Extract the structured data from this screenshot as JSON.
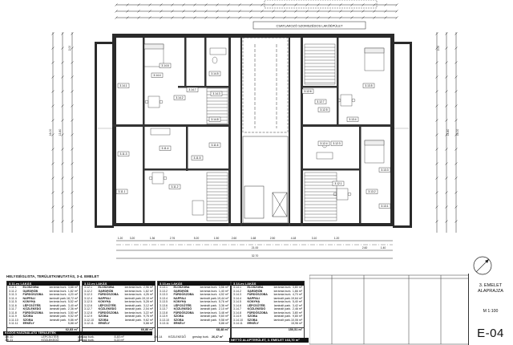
{
  "plan": {
    "banner": "CSATLAKOZÓ SZOMSZÉDOS LAKÓÉPÜLET",
    "room_tags": [
      "3.14.6",
      "3.14.5",
      "3.14.7",
      "3.14.4",
      "3.14.3",
      "3.14.8",
      "3.14.1",
      "3.14.2",
      "3.11.3",
      "3.11.4",
      "3.11.5",
      "3.11.6",
      "3.11.2",
      "3.11.1",
      "3.12.6",
      "3.12.7",
      "3.12.5",
      "3.12.3",
      "3.12.4",
      "3.12.1",
      "3.13.5",
      "3.13.4",
      "3.13.3",
      "3.13.2",
      "3.13.1"
    ],
    "dims_bottom": [
      "1.20",
      "3.20",
      "1.36",
      "2.76",
      "5.20",
      "1.50",
      "2.60",
      "1.68",
      "2.50",
      "4.18",
      "3.10",
      "1.20",
      "21.00",
      "32.70",
      "2.60",
      "1.40"
    ],
    "dims_side_left": [
      "16.00",
      "13.40",
      "2.00"
    ],
    "dims_side_right": [
      "16.00",
      "13.40",
      "2.00"
    ]
  },
  "tables": {
    "heading": "HELYISÉGLISTA, TERÜLETKIMUTATÁS, 3-4. EMELET",
    "apartments": [
      {
        "title": "3.11-es LAKÁS",
        "rows": [
          [
            "3.11.1",
            "ELŐSZOBA",
            "kerámia burk.",
            "3,88 m²"
          ],
          [
            "3.11.2",
            "GARDRÓB",
            "kerámia burk.",
            "1,82 m²"
          ],
          [
            "3.11.3",
            "FÜRDŐSZOBA",
            "kerámia burk.",
            "4,20 m²"
          ],
          [
            "3.11.4",
            "NAPPALI",
            "laminált park.",
            "18,72 m²"
          ],
          [
            "3.11.5",
            "KONYHA",
            "kerámia burk.",
            "5,52 m²"
          ],
          [
            "3.11.6",
            "LÉPCSŐTÉR",
            "laminált park.",
            "3,40 m²"
          ],
          [
            "3.11.7",
            "KÖZLEKEDŐ",
            "laminált park.",
            "2,36 m²"
          ],
          [
            "3.11.8",
            "FÜRDŐSZOBA",
            "kerámia burk.",
            "3,50 m²"
          ],
          [
            "3.11.9",
            "SZOBA",
            "laminált park.",
            "9,52 m²"
          ],
          [
            "3.11.10",
            "SZOBA",
            "laminált park.",
            "9,86 m²"
          ],
          [
            "3.11.11",
            "ERKÉLY",
            "",
            "5,88 m²"
          ]
        ],
        "total": "62,83 m²"
      },
      {
        "title": "3.12-es LAKÁS",
        "rows": [
          [
            "3.12.1",
            "ELŐSZOBA",
            "kerámia burk.",
            "2,96 m²"
          ],
          [
            "3.12.2",
            "GARDRÓB",
            "kerámia burk.",
            "1,62 m²"
          ],
          [
            "3.12.3",
            "FÜRDŐSZOBA",
            "kerámia burk.",
            "4,26 m²"
          ],
          [
            "3.12.4",
            "NAPPALI",
            "laminált park.",
            "19,10 m²"
          ],
          [
            "3.12.5",
            "KONYHA",
            "kerámia burk.",
            "5,28 m²"
          ],
          [
            "3.12.6",
            "LÉPCSŐTÉR",
            "laminált park.",
            "3,12 m²"
          ],
          [
            "3.12.7",
            "KÖZLEKEDŐ",
            "laminált park.",
            "2,04 m²"
          ],
          [
            "3.12.8",
            "FÜRDŐSZOBA",
            "kerámia burk.",
            "3,22 m²"
          ],
          [
            "3.12.9",
            "SZOBA",
            "laminált park.",
            "9,76 m²"
          ],
          [
            "3.12.10",
            "SZOBA",
            "laminált park.",
            "9,62 m²"
          ],
          [
            "3.12.11",
            "ERKÉLY",
            "",
            "5,88 m²"
          ]
        ],
        "total": "66,86 m²"
      },
      {
        "title": "3.13-as LAKÁS",
        "rows": [
          [
            "3.13.1",
            "ELŐSZOBA",
            "kerámia burk.",
            "3,56 m²"
          ],
          [
            "3.13.2",
            "GARDRÓB",
            "kerámia burk.",
            "1,40 m²"
          ],
          [
            "3.13.3",
            "FÜRDŐSZOBA",
            "kerámia burk.",
            "4,92 m²"
          ],
          [
            "3.13.4",
            "NAPPALI",
            "laminált park.",
            "19,44 m²"
          ],
          [
            "3.13.5",
            "KONYHA",
            "kerámia burk.",
            "5,76 m²"
          ],
          [
            "3.13.6",
            "LÉPCSŐTÉR",
            "laminált park.",
            "3,36 m²"
          ],
          [
            "3.13.7",
            "KÖZLEKEDŐ",
            "laminált park.",
            "2,10 m²"
          ],
          [
            "3.13.8",
            "FÜRDŐSZOBA",
            "kerámia burk.",
            "3,48 m²"
          ],
          [
            "3.13.9",
            "SZOBA",
            "laminált park.",
            "9,60 m²"
          ],
          [
            "3.13.10",
            "SZOBA",
            "laminált park.",
            "9,58 m²"
          ],
          [
            "3.13.11",
            "ERKÉLY",
            "",
            "5,88 m²"
          ]
        ],
        "total": "68,48 m²"
      },
      {
        "title": "3.14-es LAKÁS",
        "rows": [
          [
            "3.14.1",
            "ELŐSZOBA",
            "kerámia burk.",
            "3,80 m²"
          ],
          [
            "3.14.2",
            "GARDRÓB",
            "kerámia burk.",
            "1,66 m²"
          ],
          [
            "3.14.3",
            "FÜRDŐSZOBA",
            "kerámia burk.",
            "4,70 m²"
          ],
          [
            "3.14.4",
            "NAPPALI",
            "laminált park.",
            "19,64 m²"
          ],
          [
            "3.14.5",
            "KONYHA",
            "kerámia burk.",
            "5,40 m²"
          ],
          [
            "3.14.6",
            "LÉPCSŐTÉR",
            "laminált park.",
            "3,42 m²"
          ],
          [
            "3.14.7",
            "KÖZLEKEDŐ",
            "laminált park.",
            "2,46 m²"
          ],
          [
            "3.14.8",
            "FÜRDŐSZOBA",
            "kerámia burk.",
            "3,80 m²"
          ],
          [
            "3.14.9",
            "SZOBA",
            "laminált park.",
            "9,80 m²"
          ],
          [
            "3.14.10",
            "SZOBA",
            "laminált park.",
            "10,06 m²"
          ],
          [
            "3.14.11",
            "ERKÉLY",
            "",
            "15,96 m²"
          ]
        ],
        "total": "150,51 m²"
      }
    ],
    "common_title": "KÖZÖS HASZNÁLATÚ TERÜLETEK",
    "common_rows": [
      [
        "3/K.10",
        "LÉPCSŐTÉR",
        "greslap burk.",
        "8,48 m²"
      ],
      [
        "3/K.11",
        "KÖZLEKEDŐ",
        "greslap burk.",
        "5,22 m²"
      ]
    ],
    "common_extra": [
      "3/K.14",
      "KÖZLEKEDŐ",
      "greslap burk.",
      "26,47 m²"
    ],
    "net_total": "NETTÓ ALAPTERÜLET, 3. EMELET     163,70 m²"
  },
  "titleblock": {
    "title_line1": "3. EMELET",
    "title_line2": "ALAPRAJZA",
    "scale": "M 1:100",
    "code": "E-04"
  }
}
